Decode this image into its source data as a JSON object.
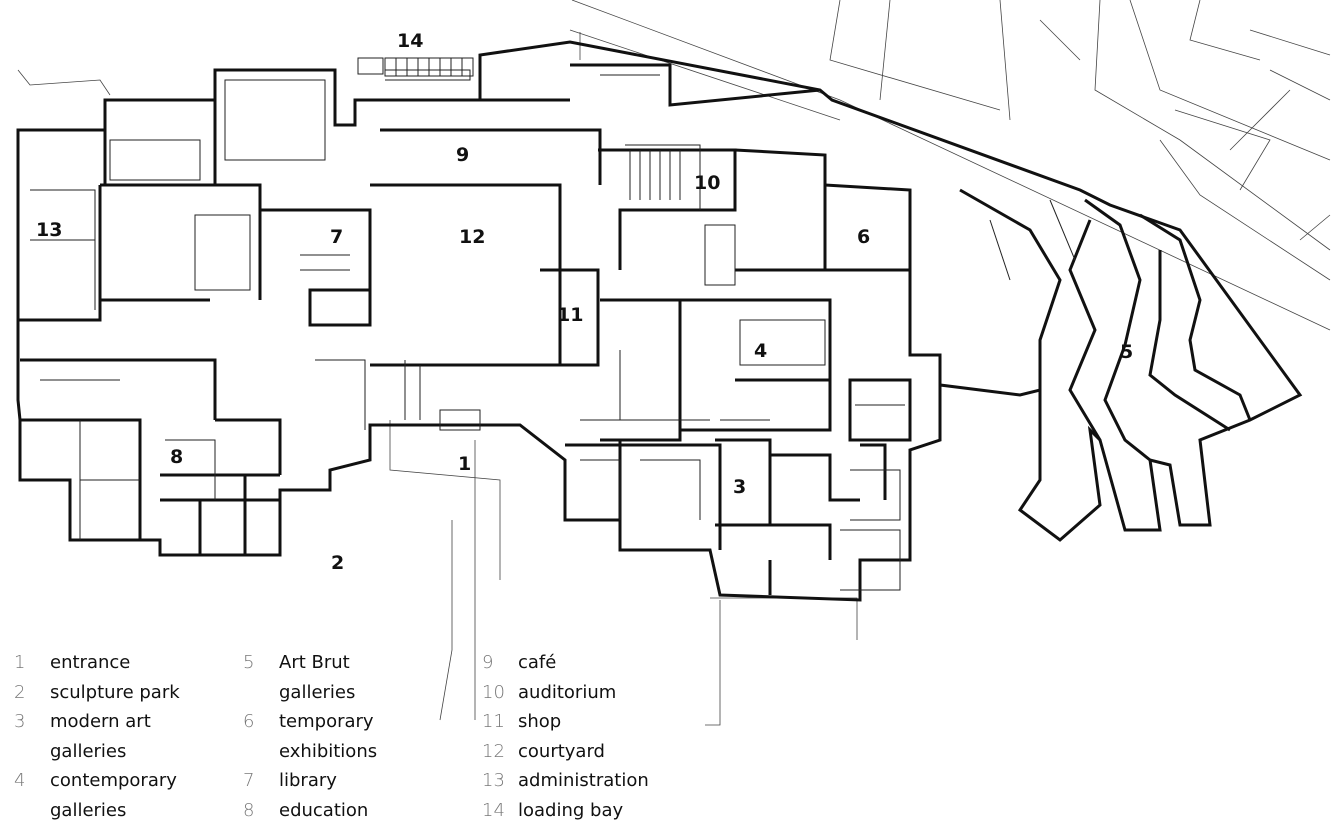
{
  "plan": {
    "room_numbers": [
      "1",
      "2",
      "3",
      "4",
      "5",
      "6",
      "7",
      "8",
      "9",
      "10",
      "11",
      "12",
      "13",
      "14"
    ]
  },
  "legend": {
    "col1": [
      {
        "num": "1",
        "label": "entrance"
      },
      {
        "num": "2",
        "label": "sculpture park"
      },
      {
        "num": "3",
        "label": "modern art"
      },
      {
        "num": "",
        "label": "galleries"
      },
      {
        "num": "4",
        "label": "contemporary"
      },
      {
        "num": "",
        "label": "galleries"
      }
    ],
    "col2": [
      {
        "num": "5",
        "label": "Art Brut"
      },
      {
        "num": "",
        "label": "galleries"
      },
      {
        "num": "6",
        "label": "temporary"
      },
      {
        "num": "",
        "label": "exhibitions"
      },
      {
        "num": "7",
        "label": "library"
      },
      {
        "num": "8",
        "label": "education"
      }
    ],
    "col3": [
      {
        "num": "9",
        "label": "café"
      },
      {
        "num": "10",
        "label": "auditorium"
      },
      {
        "num": "11",
        "label": "shop"
      },
      {
        "num": "12",
        "label": "courtyard"
      },
      {
        "num": "13",
        "label": "administration"
      },
      {
        "num": "14",
        "label": "loading bay"
      }
    ]
  }
}
